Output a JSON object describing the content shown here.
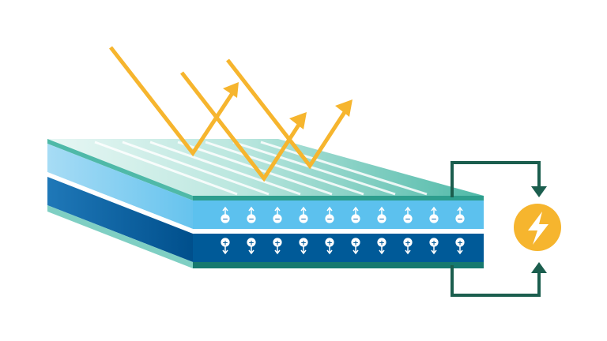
{
  "diagram": {
    "subject": "solar-cell-photovoltaic-effect",
    "layers": [
      {
        "name": "glass-cover",
        "color": "#56c2b3"
      },
      {
        "name": "n-type-layer",
        "color": "#5cc1ee",
        "carrier": "electron",
        "sign": "−",
        "carrier_count": 10
      },
      {
        "name": "p-type-layer",
        "color": "#005a98",
        "carrier": "hole",
        "sign": "+",
        "carrier_count": 10
      },
      {
        "name": "back-contact",
        "color": "#16796f"
      }
    ],
    "light_rays": [
      {
        "name": "ray-1",
        "bounces": 1
      },
      {
        "name": "ray-2",
        "bounces": 1
      },
      {
        "name": "ray-3",
        "bounces": 1
      }
    ],
    "circuit": {
      "wire_color": "#1b5e4e",
      "load": "lightning-bolt"
    },
    "colors": {
      "ray": "#f6b52e",
      "glass_top": "#a9e0d6",
      "glass_edge": "#52b8a7",
      "n_layer": "#5cc1ee",
      "n_side": "#7fd0f2",
      "p_layer": "#005a98",
      "p_side": "#1a6fb0",
      "contact": "#16796f",
      "load_circle": "#f6b52e"
    }
  }
}
